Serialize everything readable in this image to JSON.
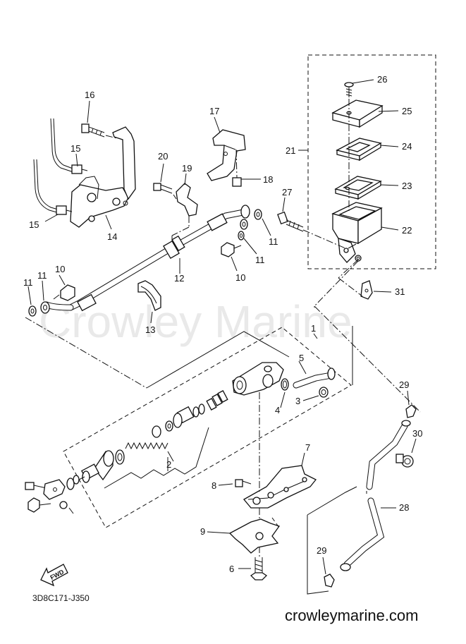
{
  "diagram": {
    "code": "3D8C171-J350",
    "watermark": "Crowley Marine",
    "website": "crowleymarine.com",
    "fwd_label": "FWD",
    "callouts": {
      "c1": "1",
      "c2": "2",
      "c3": "3",
      "c4": "4",
      "c5": "5",
      "c6": "6",
      "c7": "7",
      "c8": "8",
      "c9": "9",
      "c10a": "10",
      "c10b": "10",
      "c11a": "11",
      "c11b": "11",
      "c11c": "11",
      "c11d": "11",
      "c12": "12",
      "c13": "13",
      "c14": "14",
      "c15a": "15",
      "c15b": "15",
      "c16": "16",
      "c17": "17",
      "c18": "18",
      "c19": "19",
      "c20": "20",
      "c21": "21",
      "c22": "22",
      "c23": "23",
      "c24": "24",
      "c25": "25",
      "c26": "26",
      "c27": "27",
      "c28": "28",
      "c29a": "29",
      "c29b": "29",
      "c30": "30",
      "c31": "31"
    }
  }
}
